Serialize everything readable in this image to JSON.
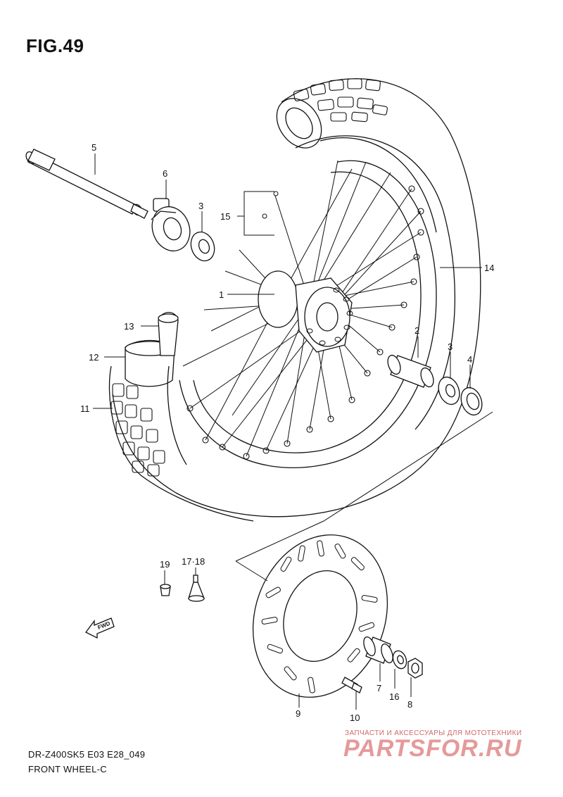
{
  "figure_title": "FIG.49",
  "callouts": {
    "c1": "1",
    "c2": "2",
    "c3a": "3",
    "c3b": "3",
    "c4": "4",
    "c5": "5",
    "c6": "6",
    "c7": "7",
    "c8": "8",
    "c9": "9",
    "c10": "10",
    "c11": "11",
    "c12": "12",
    "c13": "13",
    "c14": "14",
    "c15": "15",
    "c16": "16",
    "c17": "17·18",
    "c19": "19"
  },
  "fwd_label": "FWD",
  "footer": {
    "model": "DR-Z400SK5  E03 E28_049",
    "name": "FRONT WHEEL-C"
  },
  "watermark": {
    "tagline": "ЗАПЧАСТИ И АКСЕССУАРЫ ДЛЯ МОТОТЕХНИКИ",
    "logo": "PARTSFOR.RU"
  }
}
